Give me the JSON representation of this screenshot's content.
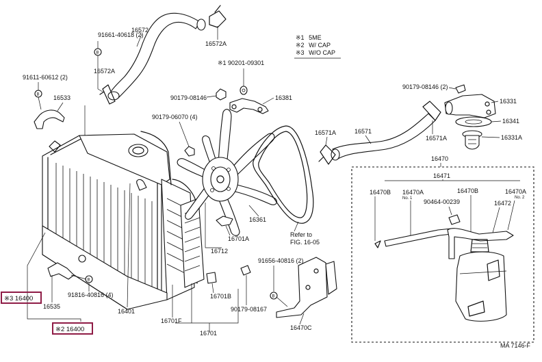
{
  "legend": {
    "items": [
      {
        "mark": "※1",
        "text": "5ME"
      },
      {
        "mark": "※2",
        "text": "W/ CAP"
      },
      {
        "mark": "※3",
        "text": "W/O CAP"
      }
    ]
  },
  "labels": {
    "p16572_top": "16572",
    "p16572a_top": "16572A",
    "p91661": "91661-40618 (2)",
    "p16572a_left": "16572A",
    "p91611": "91611-60612 (2)",
    "p16533": "16533",
    "p90201": "※1 90201-09301",
    "p90179_08146_fan": "90179-08146",
    "p16381": "16381",
    "p90179_06070": "90179-06070 (4)",
    "p90179_08146_r": "90179-08146 (2)",
    "p16331": "16331",
    "p16341": "16341",
    "p16331a": "16331A",
    "p16571a_left": "16571A",
    "p16571": "16571",
    "p16571a_right": "16571A",
    "p16470": "16470",
    "p16471": "16471",
    "p16470b_l": "16470B",
    "p16470a_no1": "16470A",
    "no1": "No. 1",
    "p16470b_r": "16470B",
    "p16470a_no2": "16470A",
    "no2": "No. 2",
    "p90464": "90464-00239",
    "p16472": "16472",
    "p16361": "16361",
    "p16701a": "16701A",
    "p16712": "16712",
    "refer1": "Refer to",
    "refer2": "FIG. 16-05",
    "p91656": "91656-40816 (2)",
    "p16701b": "16701B",
    "p90179_08167": "90179-08167",
    "p16470c": "16470C",
    "p91816": "91816-40816 (4)",
    "p16535": "16535",
    "p16401": "16401",
    "p16701f": "16701F",
    "p16701": "16701",
    "p16400_w_o_cap": "※3 16400",
    "p16400_w_cap": "※2 16400",
    "fig_code": "MA 7146-F",
    "b_marker": "B"
  }
}
